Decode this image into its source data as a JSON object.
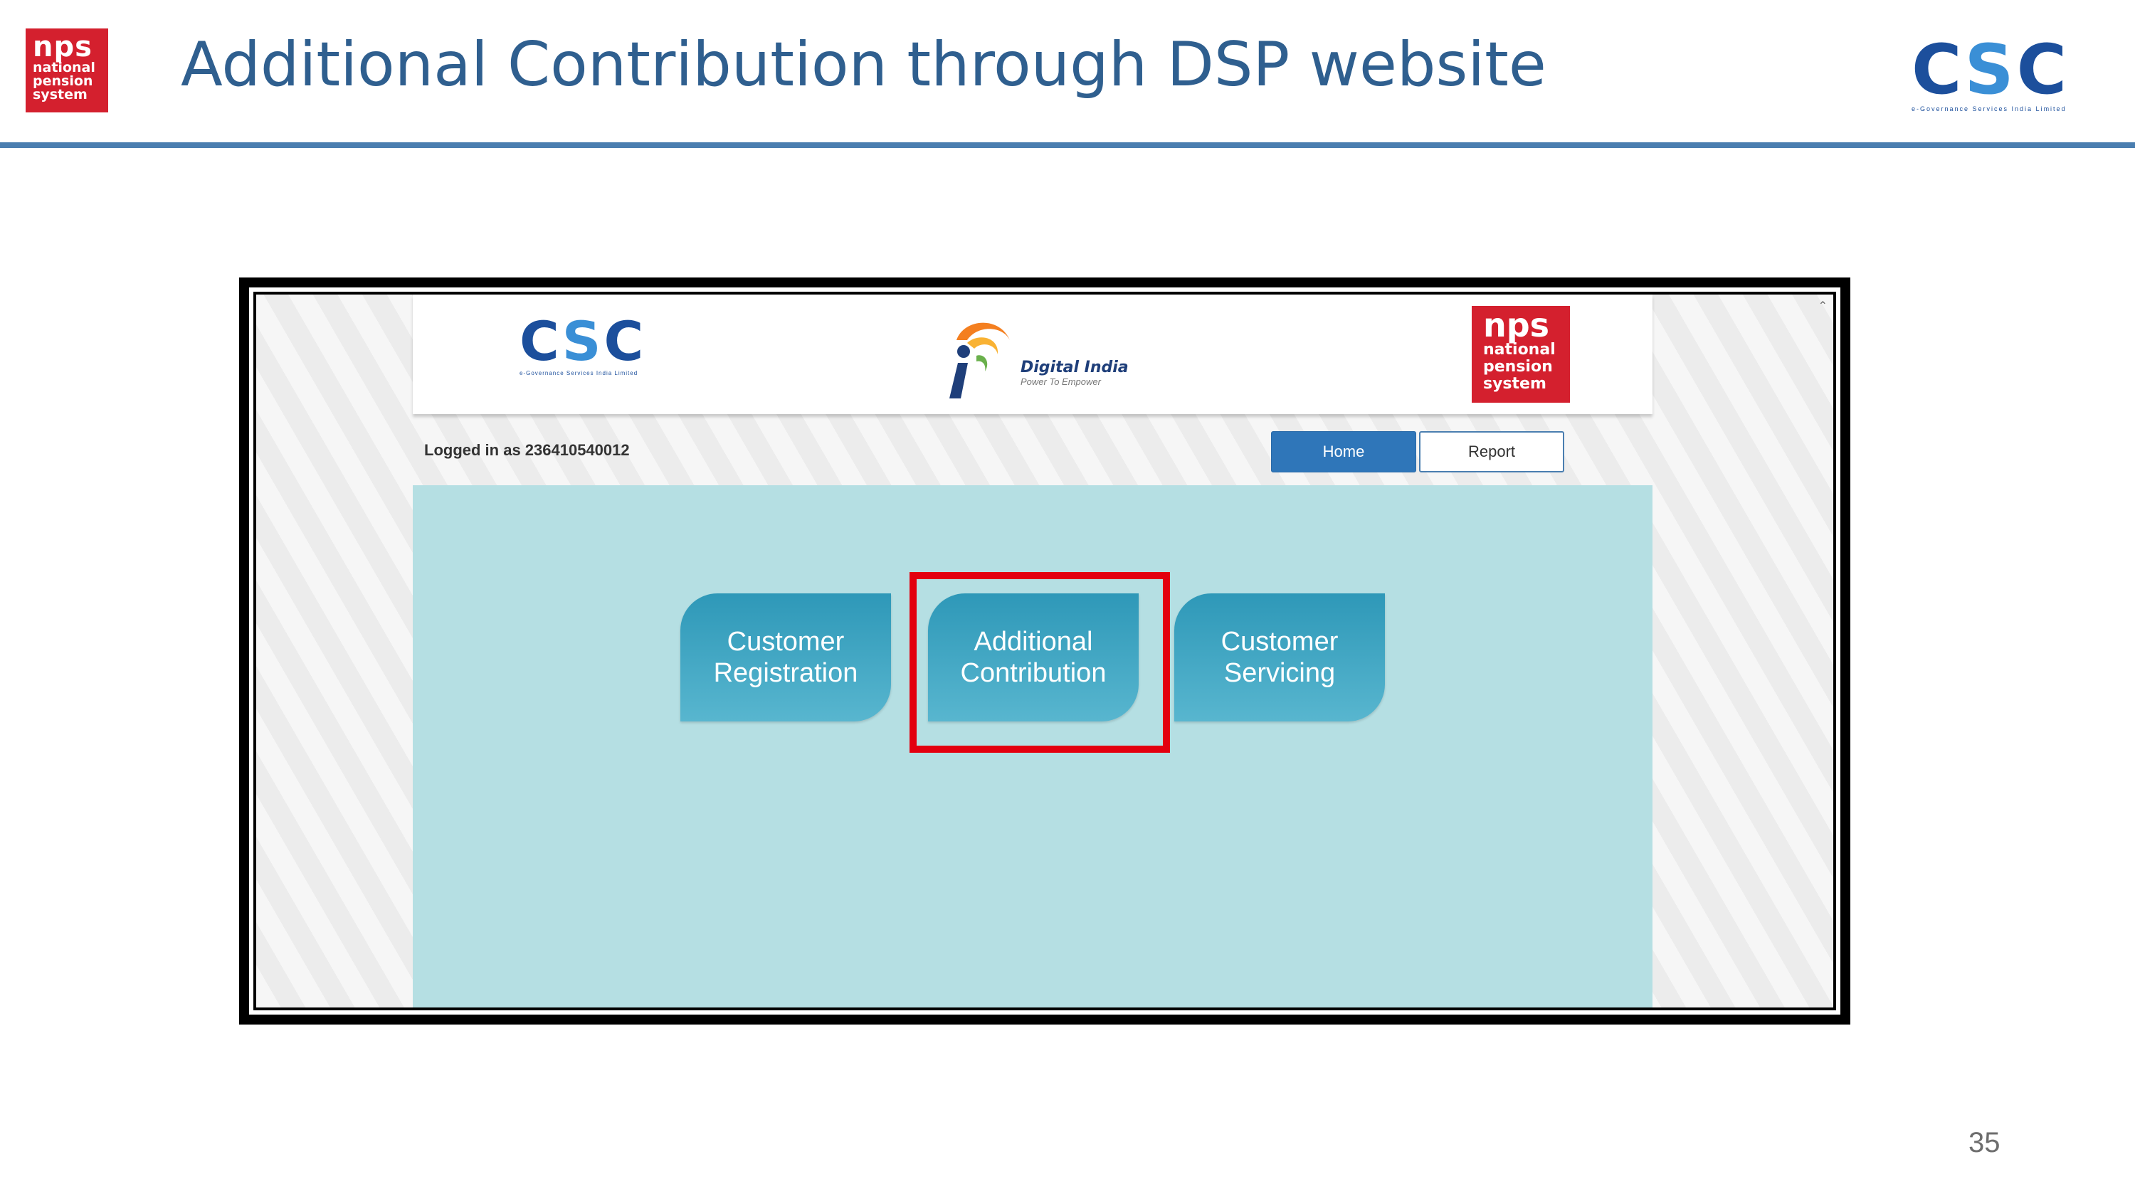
{
  "slide": {
    "title": "Additional Contribution through DSP website",
    "page_number": "35"
  },
  "logos": {
    "nps": {
      "line1": "nps",
      "line2": "national",
      "line3": "pension",
      "line4": "system"
    },
    "csc": {
      "c1": "C",
      "s": "S",
      "c2": "C",
      "tagline": "e-Governance Services India Limited"
    },
    "digital_india": {
      "title": "Digital India",
      "subtitle": "Power To Empower"
    }
  },
  "colors": {
    "title": "#2f5f8f",
    "rule": "#4a7eb0",
    "nps_red": "#d4202e",
    "panel": "#b5dfe3",
    "tile": "#2e98b8",
    "highlight": "#e3000f"
  },
  "site": {
    "logged_in": "Logged in as 236410540012",
    "nav": {
      "home": "Home",
      "report": "Report"
    },
    "tiles": [
      {
        "line1": "Customer",
        "line2": "Registration"
      },
      {
        "line1": "Additional",
        "line2": "Contribution"
      },
      {
        "line1": "Customer",
        "line2": "Servicing"
      }
    ]
  }
}
